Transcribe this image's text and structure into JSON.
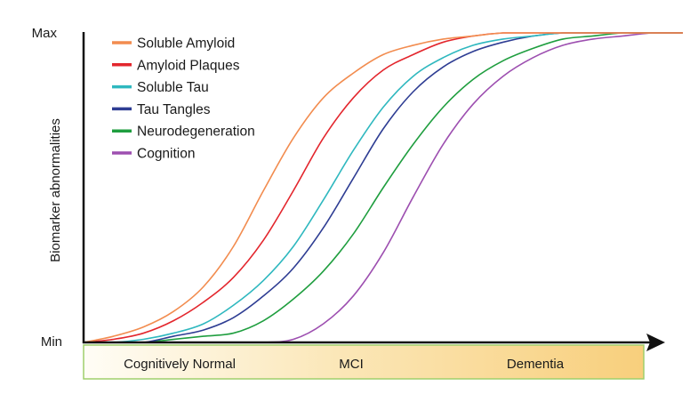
{
  "chart_data": {
    "type": "line",
    "title": "",
    "ylabel": "Biomarker abnormalities",
    "xlabel": "",
    "y_ticks": [
      "Min",
      "Max"
    ],
    "ylim": [
      0,
      1
    ],
    "xlim": [
      0,
      1
    ],
    "grid": false,
    "legend_position": "top-left",
    "x_stages": [
      "Cognitively Normal",
      "MCI",
      "Dementia"
    ],
    "stage_band_colors": [
      "#fffdf6",
      "#f8cf7c"
    ],
    "stage_band_border": "#9fcf6b",
    "x": [
      0,
      0.05,
      0.1,
      0.15,
      0.2,
      0.25,
      0.3,
      0.35,
      0.4,
      0.45,
      0.5,
      0.55,
      0.6,
      0.65,
      0.7,
      0.75,
      0.8,
      0.85,
      0.9,
      0.95,
      1.0
    ],
    "series": [
      {
        "name": "Soluble Amyloid",
        "color": "#f28c4f",
        "values": [
          0,
          0.02,
          0.05,
          0.1,
          0.18,
          0.31,
          0.49,
          0.66,
          0.79,
          0.87,
          0.93,
          0.96,
          0.98,
          0.99,
          1.0,
          1.0,
          1.0,
          1.0,
          1.0,
          1.0,
          1.0
        ]
      },
      {
        "name": "Amyloid Plaques",
        "color": "#e3262d",
        "values": [
          0,
          0.01,
          0.03,
          0.07,
          0.13,
          0.21,
          0.33,
          0.49,
          0.66,
          0.79,
          0.88,
          0.93,
          0.97,
          0.99,
          1.0,
          1.0,
          1.0,
          1.0,
          1.0,
          1.0,
          1.0
        ]
      },
      {
        "name": "Soluble Tau",
        "color": "#2fb8bf",
        "values": [
          0,
          0,
          0.01,
          0.03,
          0.06,
          0.12,
          0.2,
          0.31,
          0.46,
          0.62,
          0.76,
          0.86,
          0.92,
          0.96,
          0.98,
          0.99,
          1.0,
          1.0,
          1.0,
          1.0,
          1.0
        ]
      },
      {
        "name": "Tau Tangles",
        "color": "#2e3d93",
        "values": [
          0,
          0,
          0,
          0.02,
          0.04,
          0.08,
          0.15,
          0.24,
          0.37,
          0.53,
          0.69,
          0.81,
          0.89,
          0.94,
          0.97,
          0.99,
          1.0,
          1.0,
          1.0,
          1.0,
          1.0
        ]
      },
      {
        "name": "Neurodegeneration",
        "color": "#1f9e3f",
        "values": [
          0,
          0,
          0,
          0.01,
          0.02,
          0.03,
          0.07,
          0.14,
          0.23,
          0.35,
          0.5,
          0.64,
          0.76,
          0.85,
          0.91,
          0.95,
          0.98,
          0.99,
          1.0,
          1.0,
          1.0
        ]
      },
      {
        "name": "Cognition",
        "color": "#9d4fb0",
        "values": [
          0,
          0,
          0,
          0,
          0,
          0,
          0,
          0.01,
          0.06,
          0.15,
          0.29,
          0.47,
          0.64,
          0.77,
          0.86,
          0.92,
          0.96,
          0.98,
          0.99,
          1.0,
          1.0
        ]
      }
    ]
  }
}
